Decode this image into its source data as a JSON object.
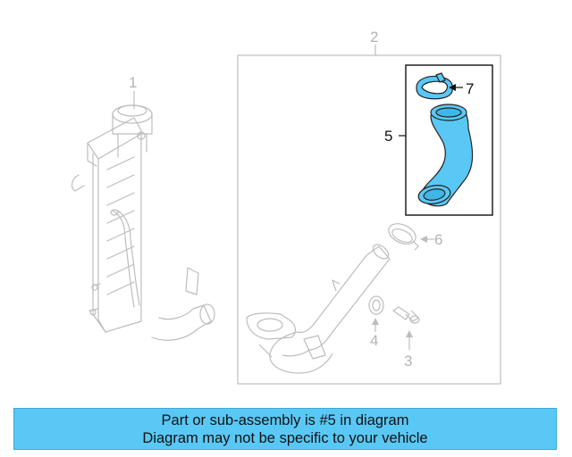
{
  "diagram": {
    "callouts": {
      "c1": "1",
      "c2": "2",
      "c3": "3",
      "c4": "4",
      "c5": "5",
      "c6": "6",
      "c7": "7"
    },
    "highlight_color": "#5ac8f5",
    "line_color": "#bdbdbd"
  },
  "banner": {
    "line1": "Part or sub-assembly is #5 in diagram",
    "line2": "Diagram may not be specific to your vehicle",
    "color": "#5ac8f5"
  }
}
